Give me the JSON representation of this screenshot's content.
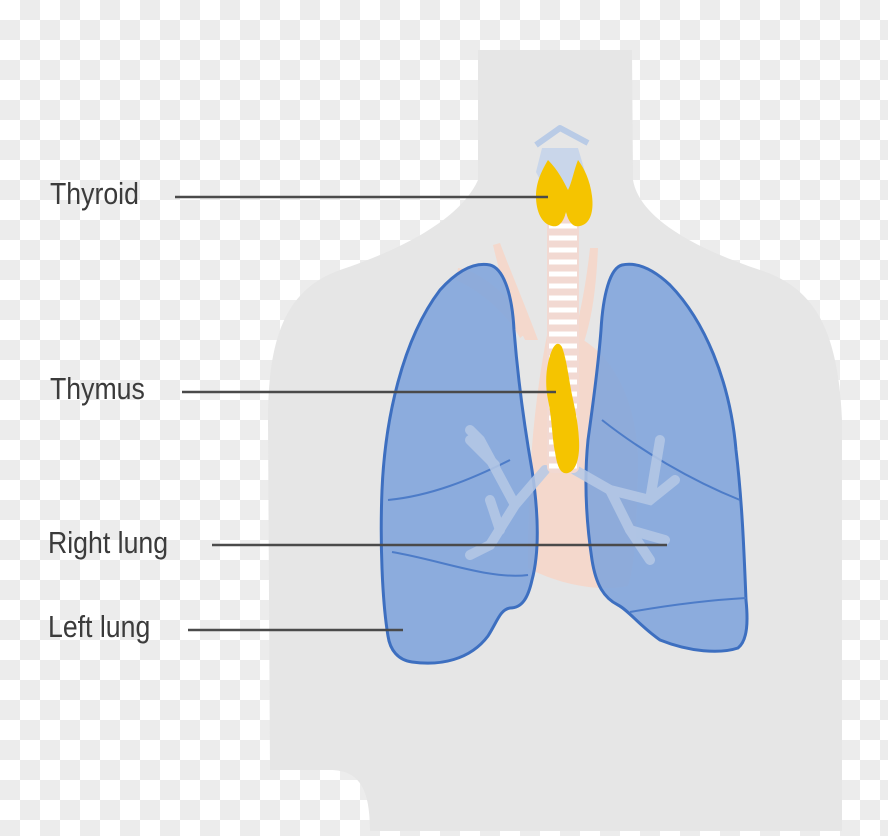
{
  "diagram": {
    "labels": {
      "thyroid": "Thyroid",
      "thymus": "Thymus",
      "right_lung": "Right lung",
      "left_lung": "Left lung"
    },
    "colors": {
      "body_silhouette": "#e6e6e6",
      "lung_fill": "#7fa4dc",
      "lung_stroke": "#3d6fc0",
      "gland_yellow": "#f5c400",
      "heart_vessels": "#f4d8cc",
      "trachea_rings": "#ffffff",
      "bronchi": "#b6c9e6",
      "leader_line": "#4a4a4a",
      "label_text": "#3b3b3b"
    }
  }
}
